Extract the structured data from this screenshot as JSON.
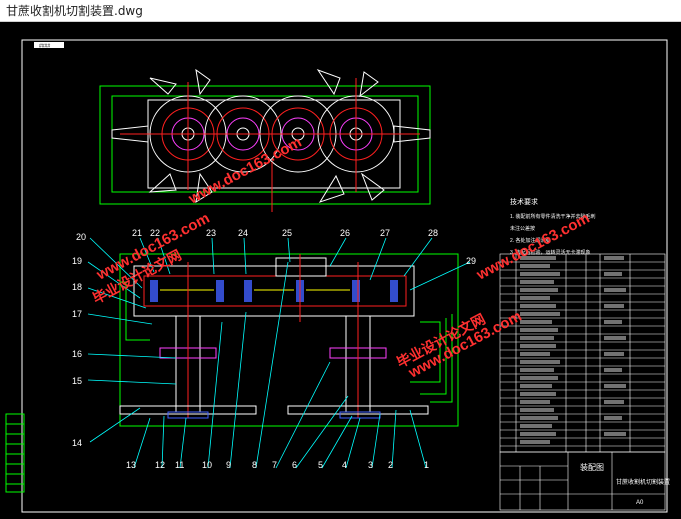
{
  "window": {
    "title": "甘蔗收割机切割装置.dwg"
  },
  "drawing": {
    "corner_tag": "####",
    "part_numbers": [
      "1",
      "2",
      "3",
      "4",
      "5",
      "6",
      "7",
      "8",
      "9",
      "10",
      "11",
      "12",
      "13",
      "14",
      "15",
      "16",
      "17",
      "18",
      "19",
      "20",
      "21",
      "22",
      "23",
      "24",
      "25",
      "26",
      "27",
      "28",
      "29"
    ],
    "notes": {
      "heading": "技术要求",
      "items": [
        "1. 装配前所有零件清洗干净并去除毛刺",
        "未注公差按",
        "2. 各处加注润滑脂",
        "3. 装配后检验，运转灵活无卡滞现象"
      ]
    },
    "title_block": {
      "drawing_name": "装配图",
      "subtitle": "甘蔗收割机切割装置",
      "scale": "A0"
    },
    "watermarks": {
      "site": "www.doc163.com",
      "brand": "毕业设计论文网"
    }
  },
  "colors": {
    "background": "#000000",
    "line_primary": "#ffffff",
    "line_green": "#00ff00",
    "line_red": "#ff2020",
    "line_blue": "#4060ff",
    "line_yellow": "#ffff00",
    "line_cyan": "#00ffff",
    "line_magenta": "#ff40ff",
    "watermark": "#ff3030"
  }
}
